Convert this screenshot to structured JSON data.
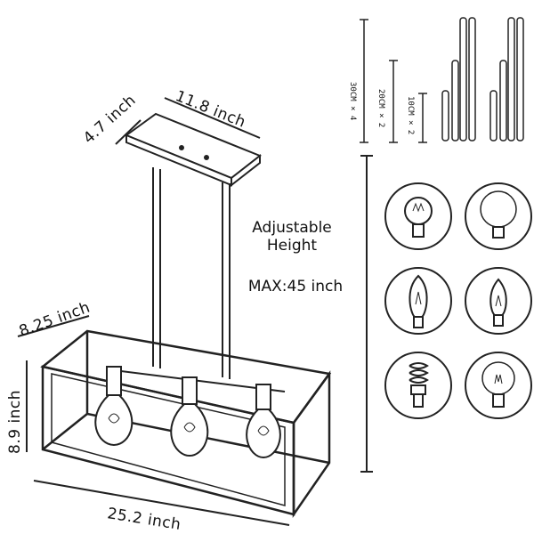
{
  "dimensions": {
    "canopy_depth": "4.7 inch",
    "canopy_width": "11.8 inch",
    "frame_depth": "8.25 inch",
    "frame_height": "8.9 inch",
    "frame_width": "25.2 inch"
  },
  "height_note": {
    "line1": "Adjustable",
    "line2": "Height",
    "max": "MAX:45 inch"
  },
  "rods": {
    "long": "30CM × 4",
    "medium": "20CM × 2",
    "short": "10CM × 2"
  },
  "bulb_options": [
    "globe-filament",
    "globe-frosted",
    "st64-filament",
    "edison-filament",
    "spiral-cfl",
    "globe-led"
  ]
}
